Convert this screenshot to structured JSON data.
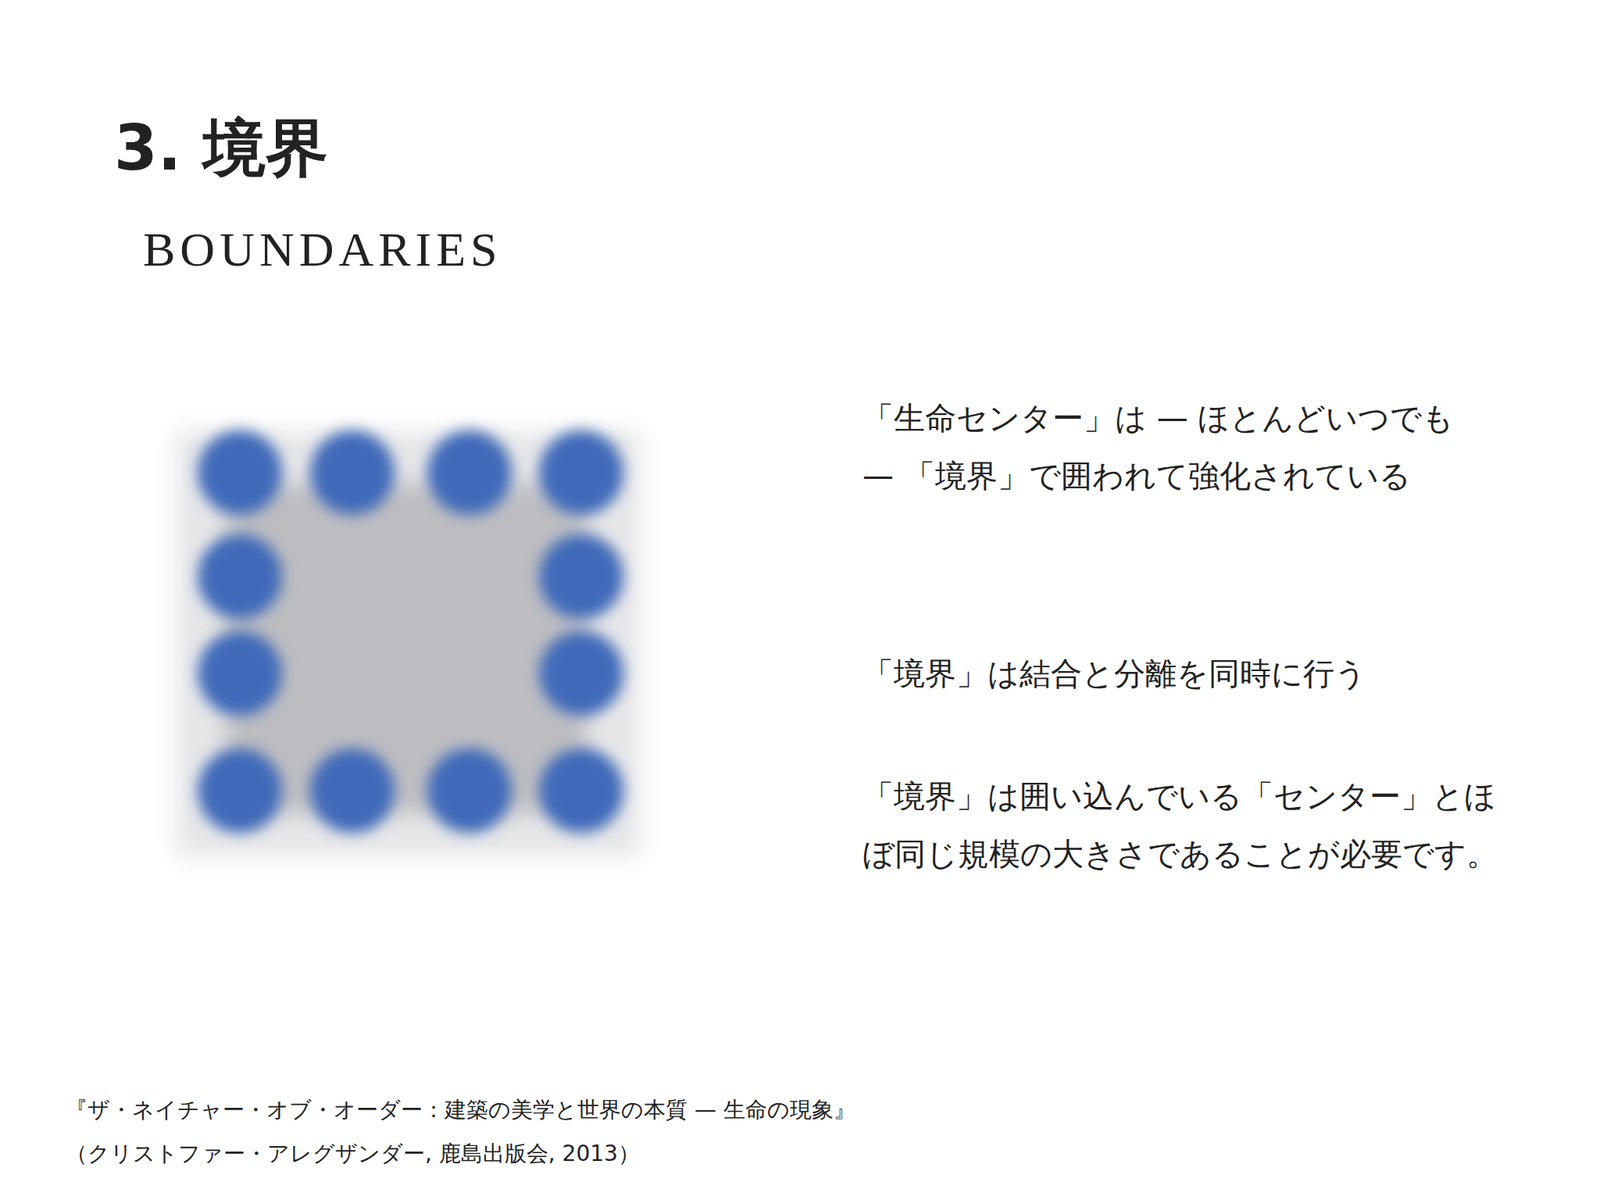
{
  "diagram": {
    "title": "3. 境界",
    "labels": [
      "BOUNDARIES",
      "「生命センター」は — ほとんどいつでも — 「境界」で囲われて強化されている",
      "「境界」は結合と分離を同時に行う",
      "「境界」は囲い込んでいる「センター」とほぼ同じ規模の大きさであることが必要です。",
      "『ザ・ネイチャー・オブ・オーダー：建築の美学と世界の本質 — 生命の現象』",
      "（クリストファー・アレグザンダー, 鹿島出版会, 2013）"
    ]
  }
}
